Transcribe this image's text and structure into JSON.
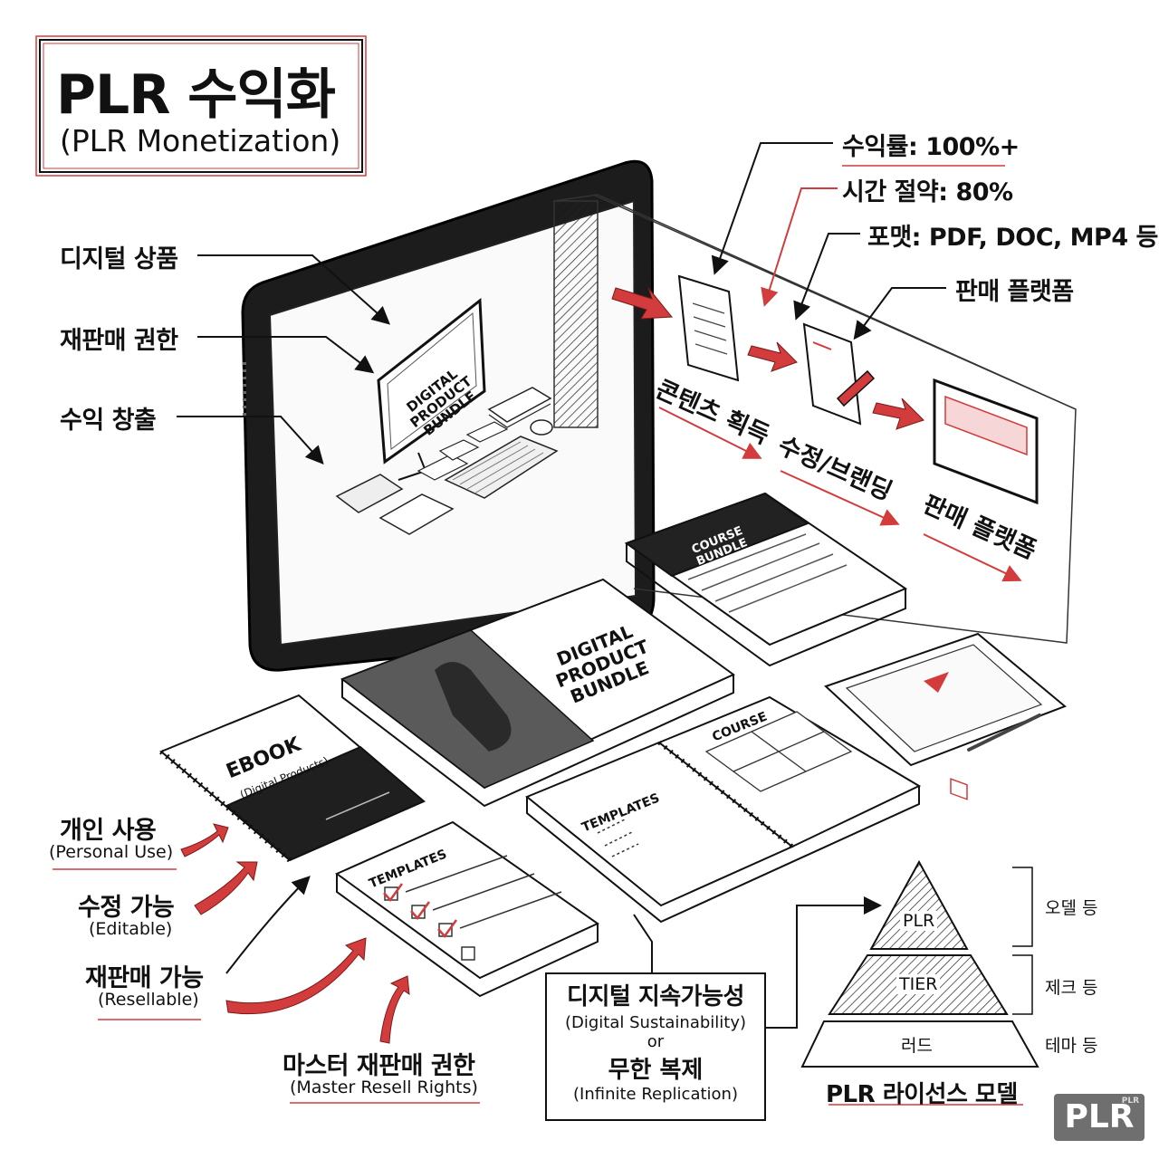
{
  "title": {
    "main": "PLR 수익화",
    "sub": "(PLR Monetization)"
  },
  "left_callouts": [
    {
      "text": "디지털 상품"
    },
    {
      "text": "재판매 권한"
    },
    {
      "text": "수익 창출"
    }
  ],
  "right_metrics": [
    {
      "text": "수익률: 100%+"
    },
    {
      "text": "시간 절약: 80%"
    },
    {
      "text": "포맷: PDF, DOC, MP4 등"
    },
    {
      "text": "판매 플랫폼"
    }
  ],
  "flow_steps": [
    {
      "text": "콘텐츠 획득"
    },
    {
      "text": "수정/브랜딩"
    },
    {
      "text": "판매 플랫폼"
    }
  ],
  "screen_label": "DIGITAL PRODUCT BUNDLE",
  "products": {
    "course_bundle": "COURSE BUNDLE",
    "digital_bundle": "DIGITAL PRODUCT BUNDLE",
    "ebook_title": "EBOOK",
    "ebook_sub": "(Digital Products)",
    "course": "COURSE",
    "templates_notebook": "TEMPLATES",
    "templates_checklist": "TEMPLATES"
  },
  "rights": [
    {
      "ko": "개인 사용",
      "en": "(Personal Use)"
    },
    {
      "ko": "수정 가능",
      "en": "(Editable)"
    },
    {
      "ko": "재판매 가능",
      "en": "(Resellable)"
    },
    {
      "ko": "마스터 재판매 권한",
      "en": "(Master Resell Rights)"
    }
  ],
  "sustainability": {
    "ko1": "디지털 지속가능성",
    "en1": "(Digital Sustainability)",
    "or": "or",
    "ko2": "무한 복제",
    "en2": "(Infinite Replication)"
  },
  "pyramid": {
    "levels": [
      "PLR",
      "TIER",
      "러드"
    ],
    "side_labels": [
      "오델 등",
      "제크 등",
      "테마 등"
    ],
    "caption": "PLR 라이선스 모델"
  },
  "logo": {
    "text": "PLR",
    "small": "PLR"
  },
  "colors": {
    "accent": "#d23c3c",
    "ink": "#111111",
    "paper": "#ffffff"
  }
}
